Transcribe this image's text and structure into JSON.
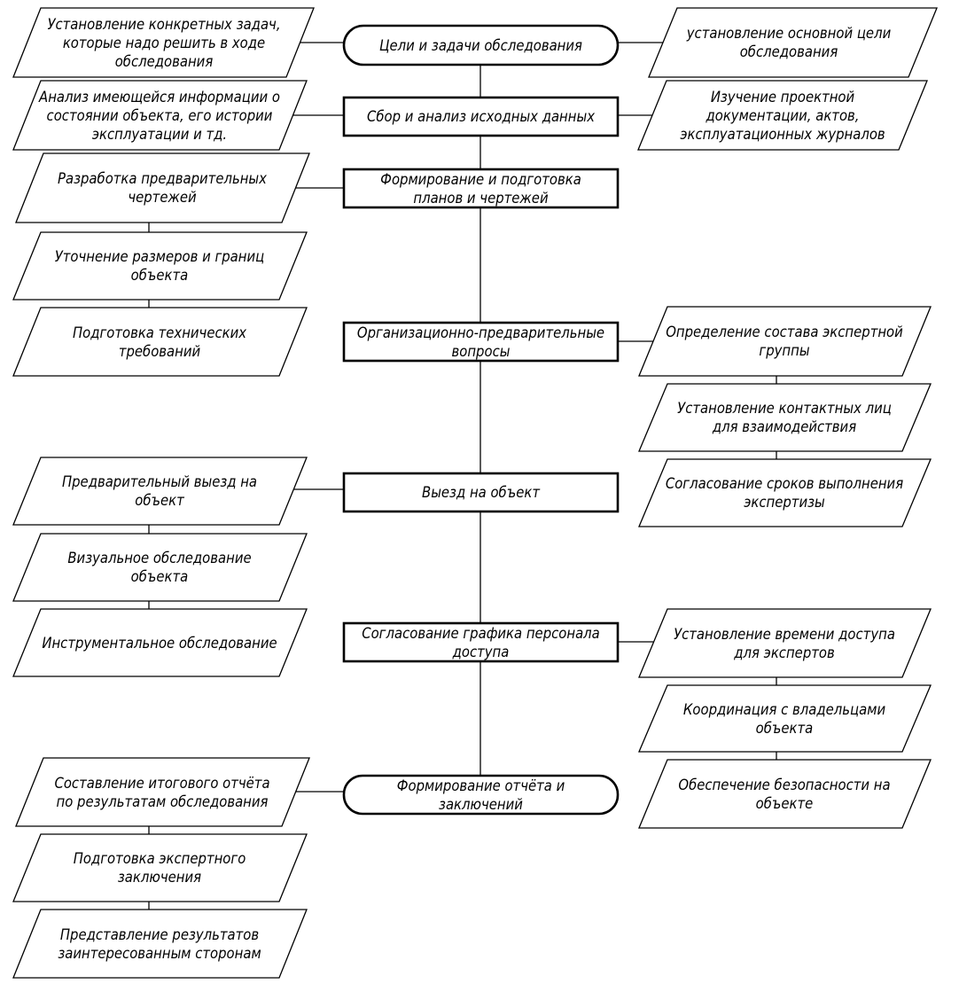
{
  "center": [
    {
      "id": "c1",
      "label": "Цели и задачи обследования"
    },
    {
      "id": "c2",
      "label": "Сбор и анализ исходных данных"
    },
    {
      "id": "c3",
      "label": "Формирование и подготовка\nпланов и чертежей"
    },
    {
      "id": "c4",
      "label": "Организационно-предварительные\nвопросы"
    },
    {
      "id": "c5",
      "label": "Выезд на объект"
    },
    {
      "id": "c6",
      "label": "Согласование графика персонала\nдоступа"
    },
    {
      "id": "c7",
      "label": "Формирование отчёта и\nзаключений"
    }
  ],
  "left": [
    {
      "id": "l1",
      "label": "Установление конкретных задач,\nкоторые надо решить в ходе\nобследования"
    },
    {
      "id": "l2",
      "label": "Анализ имеющейся информации о\nсостоянии объекта, его истории\nэксплуатации и тд."
    },
    {
      "id": "l3",
      "label": "Разработка предварительных\nчертежей"
    },
    {
      "id": "l4",
      "label": "Уточнение размеров и границ\nобъекта"
    },
    {
      "id": "l5",
      "label": "Подготовка технических\nтребований"
    },
    {
      "id": "l6",
      "label": "Предварительный выезд на\nобъект"
    },
    {
      "id": "l7",
      "label": "Визуальное обследование\nобъекта"
    },
    {
      "id": "l8",
      "label": "Инструментальное обследование"
    },
    {
      "id": "l9",
      "label": "Составление итогового отчёта\nпо результатам обследования"
    },
    {
      "id": "l10",
      "label": "Подготовка экспертного\nзаключения"
    },
    {
      "id": "l11",
      "label": "Представление результатов\nзаинтересованным сторонам"
    }
  ],
  "right": [
    {
      "id": "r1",
      "label": "установление основной цели\nобследования"
    },
    {
      "id": "r2",
      "label": "Изучение проектной\nдокументации, актов,\nэксплуатационных журналов"
    },
    {
      "id": "r3",
      "label": "Определение состава экспертной\nгруппы"
    },
    {
      "id": "r4",
      "label": "Установление контактных лиц\nдля взаимодействия"
    },
    {
      "id": "r5",
      "label": "Согласование сроков выполнения\nэкспертизы"
    },
    {
      "id": "r6",
      "label": "Установление времени доступа\nдля экспертов"
    },
    {
      "id": "r7",
      "label": "Координация с владельцами\nобъекта"
    },
    {
      "id": "r8",
      "label": "Обеспечение безопасности на\nобъекте"
    }
  ]
}
